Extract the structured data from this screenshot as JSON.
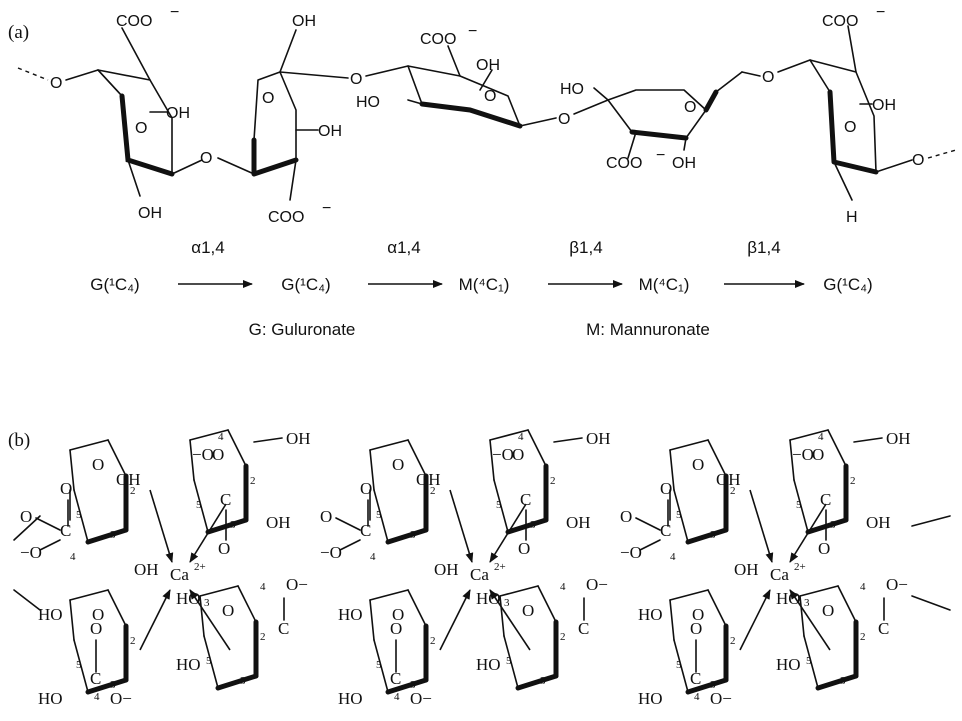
{
  "panels": {
    "a": "(a)",
    "b": "(b)"
  },
  "labels": {
    "coo": "COO",
    "minus": "−",
    "oh": "OH",
    "ho": "HO",
    "o": "O",
    "h": "H",
    "c": "C",
    "ca": "Ca",
    "ca_charge": "2+"
  },
  "sequence": {
    "residues": [
      "G(¹C₄)",
      "G(¹C₄)",
      "M(⁴C₁)",
      "M(⁴C₁)",
      "G(¹C₄)"
    ],
    "linkages": [
      "α1,4",
      "α1,4",
      "β1,4",
      "β1,4"
    ]
  },
  "legend": {
    "g": "G: Guluronate",
    "m": "M: Mannuronate"
  },
  "ring_numbers": {
    "n2": "2",
    "n3": "3",
    "n4": "4",
    "n5": "5"
  },
  "colors": {
    "ink": "#111111",
    "background": "#ffffff"
  }
}
